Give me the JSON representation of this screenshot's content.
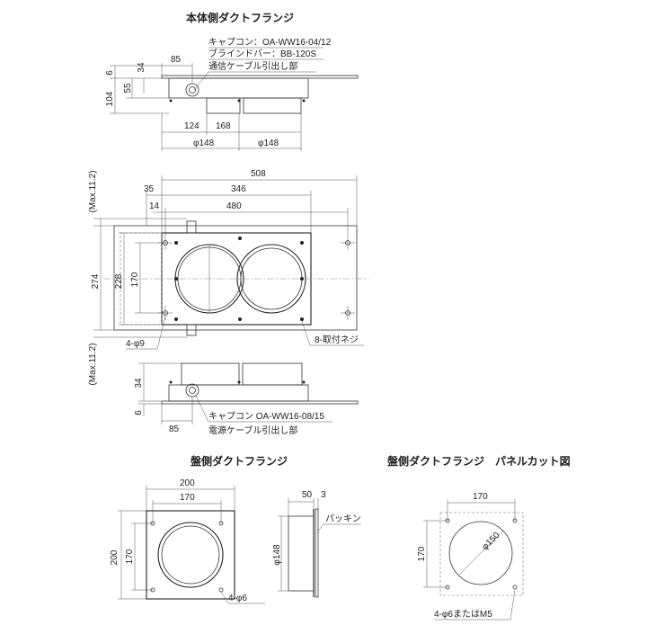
{
  "titles": {
    "main": "本体側ダクトフランジ",
    "panel_side": "盤側ダクトフランジ",
    "panel_cut": "盤側ダクトフランジ　パネルカット図"
  },
  "top_view": {
    "notes": [
      "キャプコン：OA-WW16-04/12",
      "ブラインドバー：BB-120S",
      "通信ケーブル引出し部"
    ],
    "dims": {
      "d85": "85",
      "d6": "6",
      "d34": "34",
      "d55": "55",
      "d104": "104",
      "d124": "124",
      "d168": "168",
      "phi148a": "φ148",
      "phi148b": "φ148"
    }
  },
  "front_view": {
    "dims": {
      "d508": "508",
      "d35": "35",
      "d346": "346",
      "d14": "14",
      "d480": "480",
      "d274": "274",
      "d228": "228",
      "d170": "170",
      "max_top": "(Max.11.2)",
      "max_bot": "(Max.11.2)"
    },
    "notes": {
      "holes": "4-φ9",
      "screws": "8-取付ネジ"
    }
  },
  "bottom_view": {
    "dims": {
      "d34": "34",
      "d6": "6",
      "d85": "85"
    },
    "notes": [
      "キャプコン OA-WW16-08/15",
      "電源ケーブル引出し部"
    ]
  },
  "panel_flange": {
    "dims": {
      "d200w": "200",
      "d170w": "170",
      "d200h": "200",
      "d170h": "170"
    },
    "notes": {
      "holes": "4-φ6"
    }
  },
  "side_flange": {
    "dims": {
      "d50": "50",
      "d3": "3",
      "phi148": "φ148"
    },
    "notes": {
      "packing": "パッキン"
    }
  },
  "panel_cut": {
    "dims": {
      "d170w": "170",
      "d170h": "170",
      "phi150": "φ150"
    },
    "notes": {
      "holes": "4-φ6またはM5"
    }
  }
}
